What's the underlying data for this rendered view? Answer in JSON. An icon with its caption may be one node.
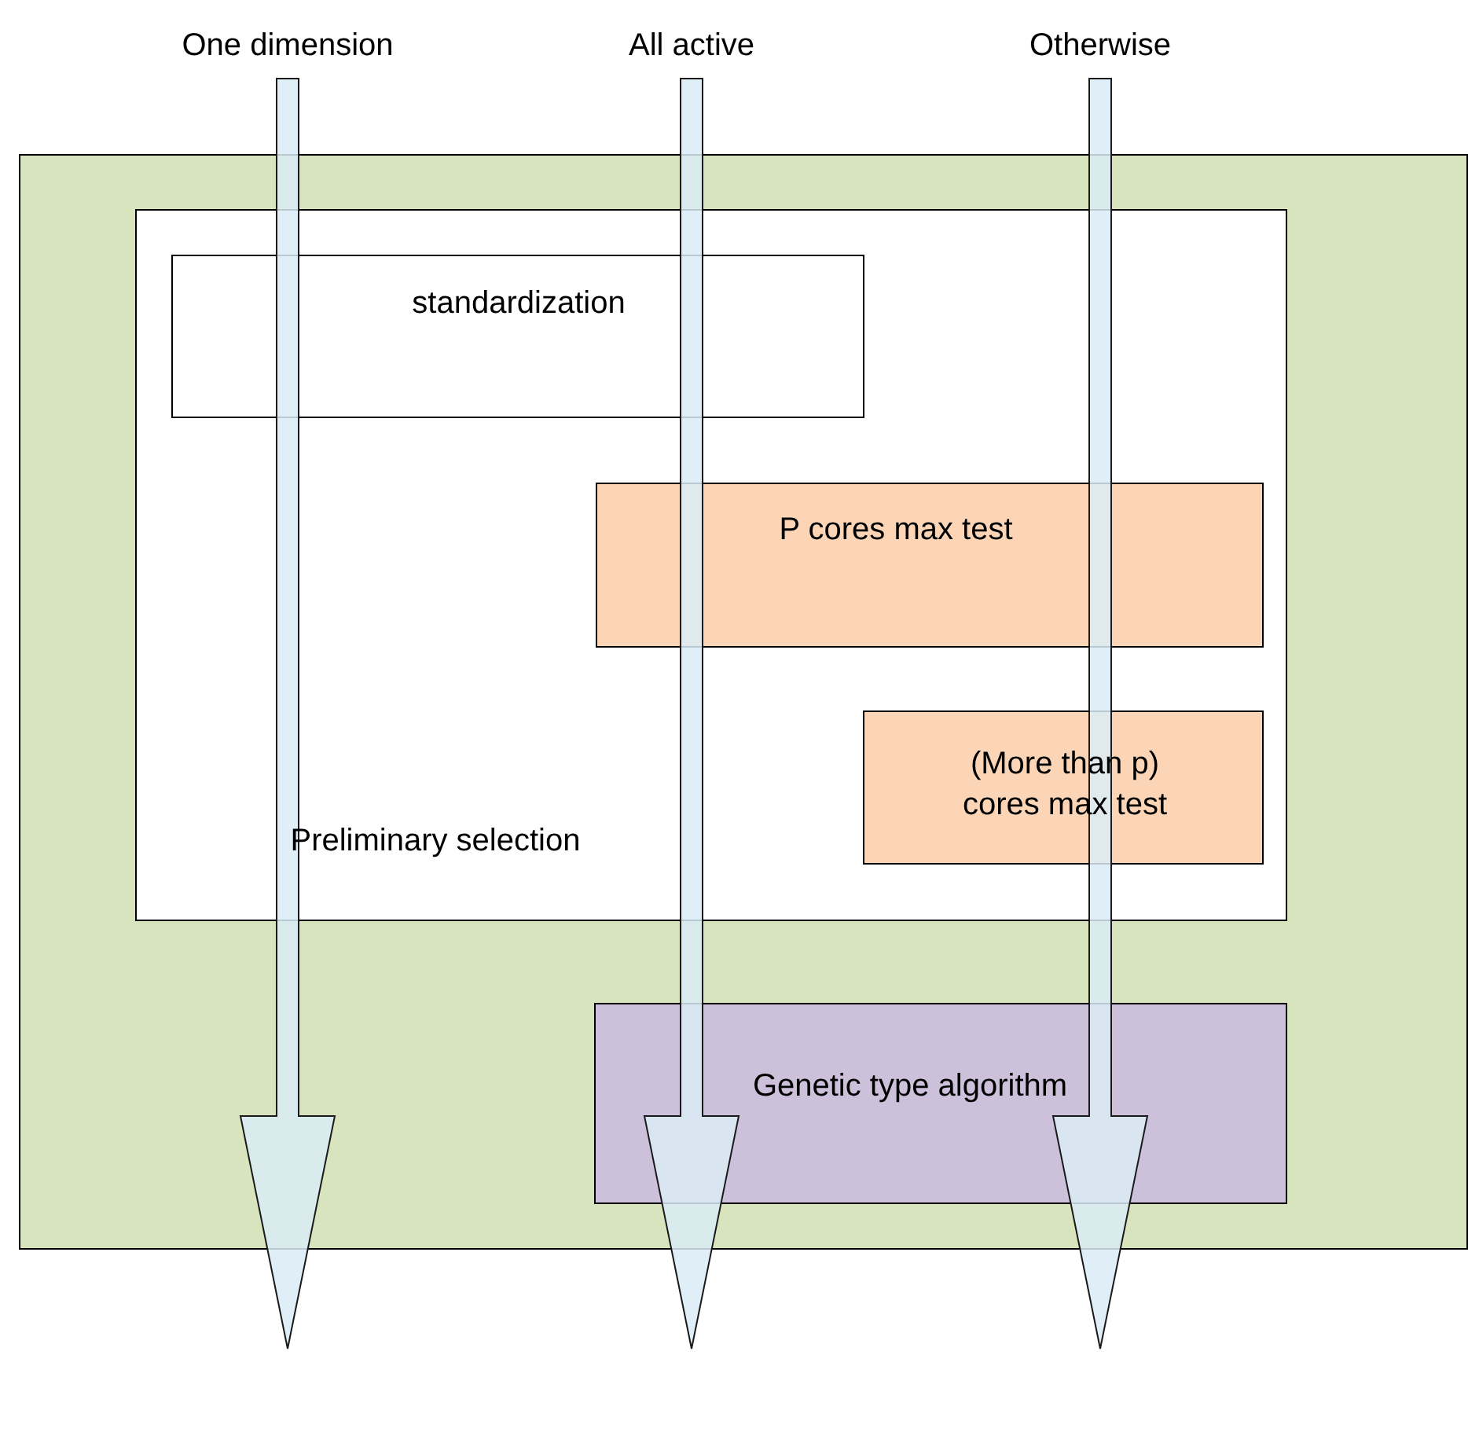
{
  "diagram": {
    "nodes": [
      {
        "text": [
          "One dimension"
        ]
      },
      {
        "text": [
          "All active"
        ]
      },
      {
        "text": [
          "Otherwise"
        ]
      },
      {
        "text": [],
        "shape": "box"
      },
      {
        "text": [
          "Preliminary selection"
        ],
        "in": 3
      },
      {
        "text": [
          "standardization"
        ],
        "in": 4
      },
      {
        "text": [
          "P cores max test"
        ],
        "in": 4
      },
      {
        "text": [
          "(More than p) cores max test"
        ],
        "in": 4
      },
      {
        "text": [
          "Genetic type algorithm"
        ],
        "in": 3
      }
    ],
    "edges": [
      {
        "from": 0,
        "to": null,
        "arrow": "to"
      },
      {
        "from": 1,
        "to": null,
        "arrow": "to"
      },
      {
        "from": 2,
        "to": null,
        "arrow": "to"
      }
    ]
  }
}
